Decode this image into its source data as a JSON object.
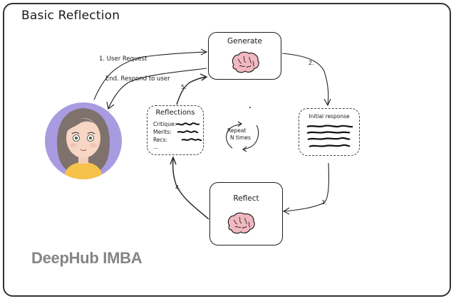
{
  "title": "Basic Reflection",
  "nodes": {
    "generate": {
      "label": "Generate",
      "icon": "brain-icon"
    },
    "reflect": {
      "label": "Reflect",
      "icon": "brain-icon"
    },
    "initial_response": {
      "label": "Initial response",
      "icon": "scribble-lines-icon"
    },
    "reflections": {
      "label": "Reflections",
      "rows": [
        "Critique:",
        "Merits:",
        "Recs:",
        "..."
      ]
    },
    "user": {
      "icon": "user-avatar-icon"
    }
  },
  "edges": {
    "user_request": "1. User Request",
    "respond": "End. Respond to user",
    "step2": "2.",
    "step3": "3.",
    "step4": "4.",
    "step5": "5."
  },
  "loop": {
    "line1": "Repeat",
    "line2": "N times"
  },
  "watermark": "DeepHub IMBA",
  "colors": {
    "brain": "#f2b8c0",
    "avatar_bg": "#a89be0",
    "hair": "#7f716c",
    "shirt": "#f6c24a",
    "watermark": "#858585"
  }
}
